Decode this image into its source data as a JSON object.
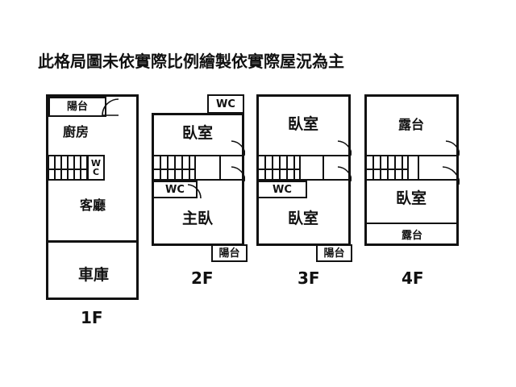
{
  "title": "此格局圖未依實際比例繪製依實際屋況為主",
  "colors": {
    "ink": "#111111",
    "paper": "#ffffff"
  },
  "floors": [
    {
      "id": "1F",
      "caption": "1F",
      "rooms": [
        {
          "name": "balcony",
          "label": "陽台"
        },
        {
          "name": "kitchen",
          "label": "廚房"
        },
        {
          "name": "bathroom",
          "label": "WC"
        },
        {
          "name": "living-room",
          "label": "客廳"
        },
        {
          "name": "garage",
          "label": "車庫"
        }
      ]
    },
    {
      "id": "2F",
      "caption": "2F",
      "rooms": [
        {
          "name": "bathroom-upper",
          "label": "WC"
        },
        {
          "name": "bedroom",
          "label": "臥室"
        },
        {
          "name": "bathroom-lower",
          "label": "WC"
        },
        {
          "name": "master-bedroom",
          "label": "主臥"
        },
        {
          "name": "balcony",
          "label": "陽台"
        }
      ]
    },
    {
      "id": "3F",
      "caption": "3F",
      "rooms": [
        {
          "name": "bedroom-upper",
          "label": "臥室"
        },
        {
          "name": "bathroom",
          "label": "WC"
        },
        {
          "name": "bedroom-lower",
          "label": "臥室"
        },
        {
          "name": "balcony",
          "label": "陽台"
        }
      ]
    },
    {
      "id": "4F",
      "caption": "4F",
      "rooms": [
        {
          "name": "terrace-upper",
          "label": "露台"
        },
        {
          "name": "bedroom",
          "label": "臥室"
        },
        {
          "name": "terrace-lower",
          "label": "露台"
        }
      ]
    }
  ]
}
